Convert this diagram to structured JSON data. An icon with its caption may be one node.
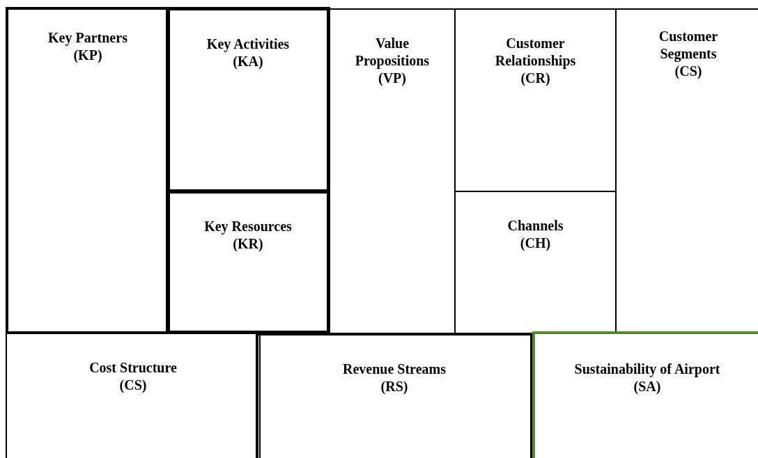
{
  "diagram": {
    "nodes": [
      {
        "text": [
          "Key Partners",
          "(KP)"
        ]
      },
      {
        "text": [
          "Key Activities",
          "(KA)"
        ]
      },
      {
        "text": [
          "Key Resources",
          "(KR)"
        ]
      },
      {
        "text": [
          "Value Propositions",
          "(VP)"
        ]
      },
      {
        "text": [
          "Customer Relationships",
          "(CR)"
        ]
      },
      {
        "text": [
          "Channels",
          "(CH)"
        ]
      },
      {
        "text": [
          "Customer Segments",
          "(CS)"
        ]
      },
      {
        "text": [
          "Cost Structure",
          "(CS)"
        ]
      },
      {
        "text": [
          "Revenue Streams",
          "(RS)"
        ]
      },
      {
        "text": [
          "Sustainability of Airport",
          "(SA)"
        ]
      }
    ]
  }
}
